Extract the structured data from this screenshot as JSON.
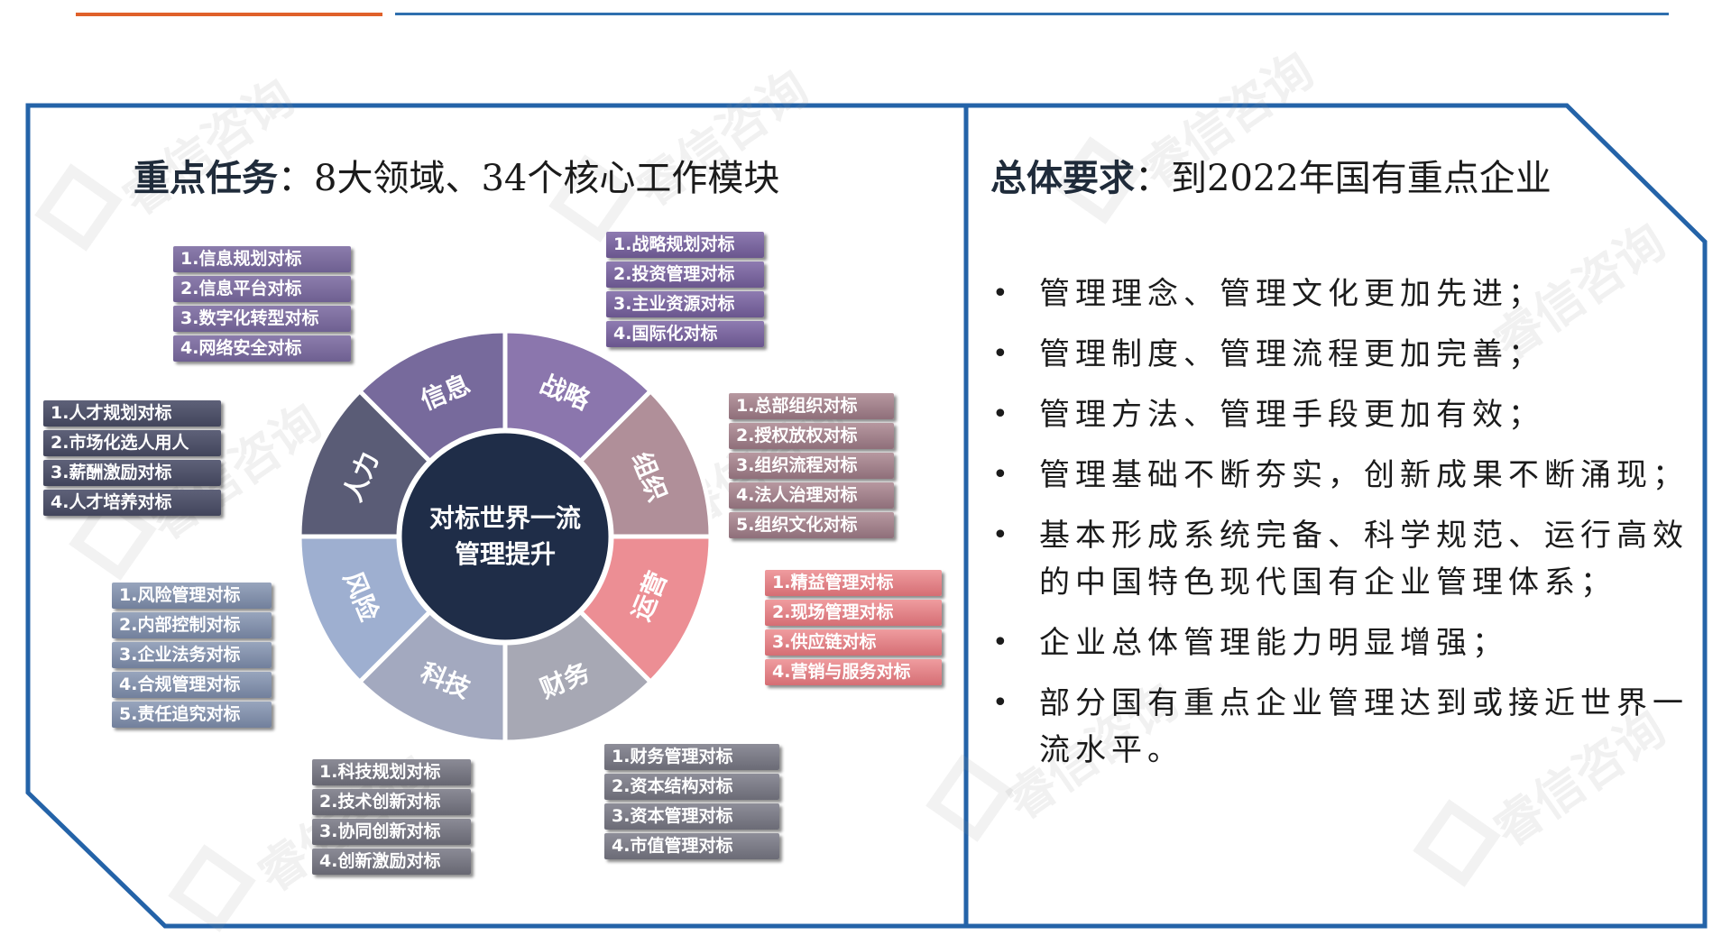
{
  "left_panel": {
    "title_strong": "重点任务",
    "title_rest": "：8大领域、34个核心工作模块"
  },
  "wheel": {
    "center": [
      "对标世界一流",
      "管理提升"
    ],
    "segments": [
      {
        "label": "信息",
        "color": "#776a9c"
      },
      {
        "label": "战略",
        "color": "#8b76ad"
      },
      {
        "label": "组织",
        "color": "#b08f99"
      },
      {
        "label": "运营",
        "color": "#ec8e94"
      },
      {
        "label": "财务",
        "color": "#a7a8b4"
      },
      {
        "label": "科技",
        "color": "#a3a9bf"
      },
      {
        "label": "风险",
        "color": "#9eafd0"
      },
      {
        "label": "人力",
        "color": "#5a5c76"
      }
    ]
  },
  "tasks": {
    "xinxi": [
      "1.信息规划对标",
      "2.信息平台对标",
      "3.数字化转型对标",
      "4.网络安全对标"
    ],
    "zhanlue": [
      "1.战略规划对标",
      "2.投资管理对标",
      "3.主业资源对标",
      "4.国际化对标"
    ],
    "zuzhi": [
      "1.总部组织对标",
      "2.授权放权对标",
      "3.组织流程对标",
      "4.法人治理对标",
      "5.组织文化对标"
    ],
    "yunying": [
      "1.精益管理对标",
      "2.现场管理对标",
      "3.供应链对标",
      "4.营销与服务对标"
    ],
    "caiwu": [
      "1.财务管理对标",
      "2.资本结构对标",
      "3.资本管理对标",
      "4.市值管理对标"
    ],
    "keji": [
      "1.科技规划对标",
      "2.技术创新对标",
      "3.协同创新对标",
      "4.创新激励对标"
    ],
    "fengxian": [
      "1.风险管理对标",
      "2.内部控制对标",
      "3.企业法务对标",
      "4.合规管理对标",
      "5.责任追究对标"
    ],
    "renli": [
      "1.人才规划对标",
      "2.市场化选人用人",
      "3.薪酬激励对标",
      "4.人才培养对标"
    ]
  },
  "right_panel": {
    "title_strong": "总体要求",
    "title_rest": "：到2022年国有重点企业",
    "requirements": [
      "管理理念、管理文化更加先进；",
      "管理制度、管理流程更加完善；",
      "管理方法、管理手段更加有效；",
      "管理基础不断夯实，创新成果不断涌现；",
      "基本形成系统完备、科学规范、运行高效的中国特色现代国有企业管理体系；",
      "企业总体管理能力明显增强；",
      "部分国有重点企业管理达到或接近世界一流水平。"
    ]
  },
  "watermark": "睿信咨询",
  "colors": {
    "frame": "#2463a8",
    "center": "#1f2d48",
    "accent_orange": "#e0612a"
  }
}
